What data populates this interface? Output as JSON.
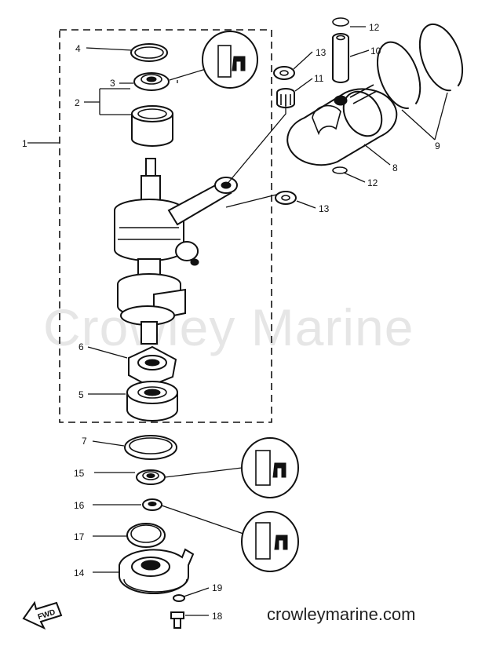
{
  "diagram": {
    "watermark": "Crowley Marine",
    "site": "crowleymarine.com",
    "fwd_label": "FWD",
    "callouts": [
      {
        "id": "c1",
        "label": "1"
      },
      {
        "id": "c2",
        "label": "2"
      },
      {
        "id": "c3",
        "label": "3"
      },
      {
        "id": "c4",
        "label": "4"
      },
      {
        "id": "c5",
        "label": "5"
      },
      {
        "id": "c6",
        "label": "6"
      },
      {
        "id": "c7",
        "label": "7"
      },
      {
        "id": "c8",
        "label": "8"
      },
      {
        "id": "c9",
        "label": "9"
      },
      {
        "id": "c10",
        "label": "10"
      },
      {
        "id": "c11",
        "label": "11"
      },
      {
        "id": "c12a",
        "label": "12"
      },
      {
        "id": "c12b",
        "label": "12"
      },
      {
        "id": "c13a",
        "label": "13"
      },
      {
        "id": "c13b",
        "label": "13"
      },
      {
        "id": "c14",
        "label": "14"
      },
      {
        "id": "c15",
        "label": "15"
      },
      {
        "id": "c16",
        "label": "16"
      },
      {
        "id": "c17",
        "label": "17"
      },
      {
        "id": "c18",
        "label": "18"
      },
      {
        "id": "c19",
        "label": "19"
      }
    ]
  }
}
